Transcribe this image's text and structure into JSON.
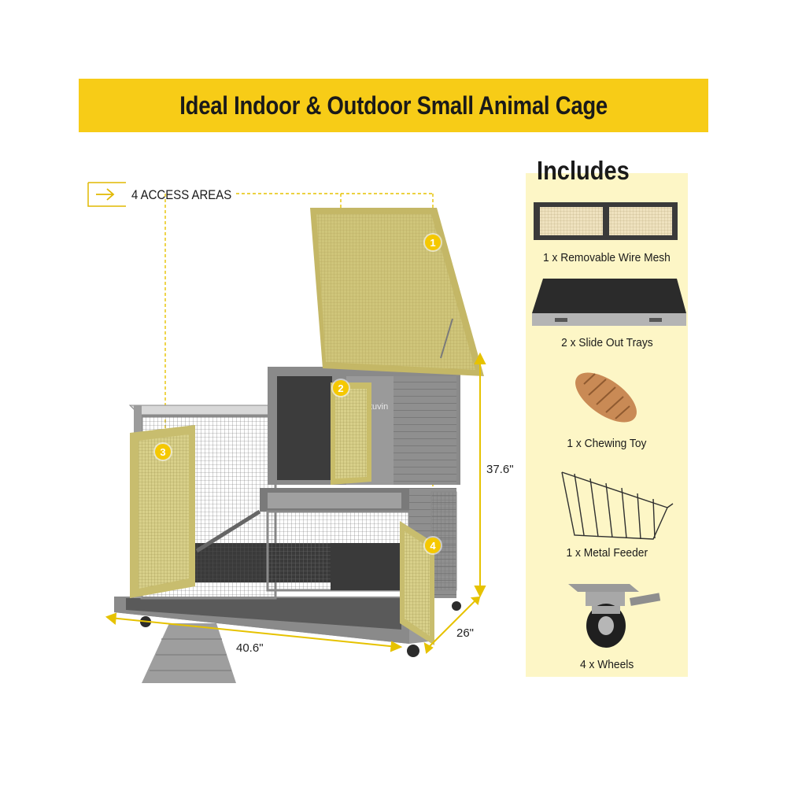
{
  "banner": {
    "title": "Ideal Indoor & Outdoor Small Animal Cage"
  },
  "access": {
    "label": "4 ACCESS AREAS"
  },
  "dimensions": {
    "height": "37.6\"",
    "width": "40.6\"",
    "depth": "26\""
  },
  "brand": "tuvin",
  "badges": [
    "1",
    "2",
    "3",
    "4"
  ],
  "includes": {
    "title": "Includes",
    "items": [
      {
        "caption": "1 x Removable Wire Mesh",
        "icon": "wire-mesh-panel"
      },
      {
        "caption": "2 x Slide Out Trays",
        "icon": "slide-out-tray"
      },
      {
        "caption": "1 x Chewing Toy",
        "icon": "chewing-toy"
      },
      {
        "caption": "1 x Metal Feeder",
        "icon": "metal-feeder"
      },
      {
        "caption": "4 x Wheels",
        "icon": "caster-wheel"
      }
    ]
  },
  "colors": {
    "banner": "#f7cc17",
    "panel": "#fdf6c6",
    "wood_gray": "#8d8d8d",
    "lid_olive": "#c4b766",
    "accent_yellow": "#f5c800"
  }
}
